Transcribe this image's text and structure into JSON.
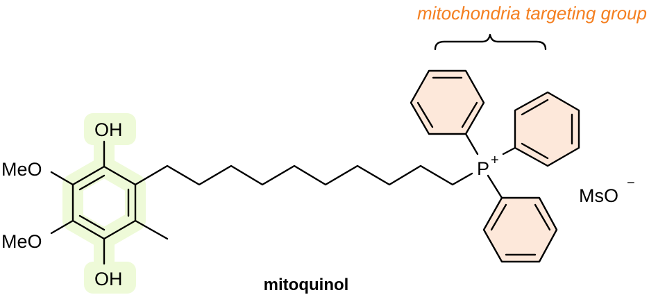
{
  "diagram": {
    "type": "chemical-structure",
    "compound_name": "mitoquinol",
    "annotation": {
      "text": "mitochondria targeting group",
      "color": "#f47f20"
    },
    "highlight_colors": {
      "hydroquinone": "#eefad8",
      "phenyl": "#fde8da"
    },
    "atom_labels": {
      "oh_top": "OH",
      "oh_bottom": "OH",
      "meo_top": "MeO",
      "meo_bottom": "MeO",
      "phosphorus": "P",
      "phosphorus_charge": "+",
      "counterion": "MsO",
      "counterion_charge": "−"
    }
  }
}
